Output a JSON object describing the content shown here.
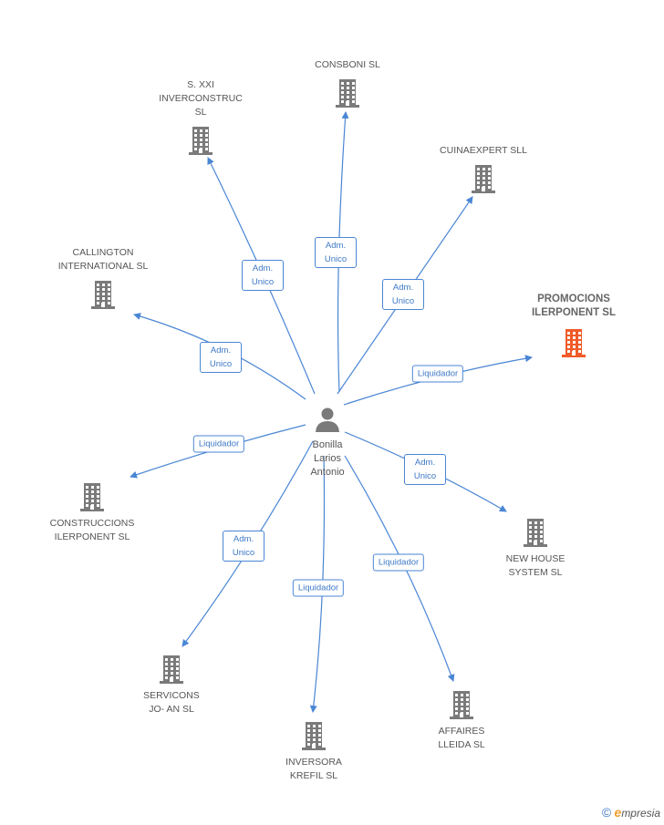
{
  "center": {
    "name_lines": [
      "Bonilla",
      "Larios",
      "Antonio"
    ]
  },
  "companies": [
    {
      "id": "consboni",
      "lines": [
        "CONSBONI SL"
      ],
      "highlight": false
    },
    {
      "id": "sxxi",
      "lines": [
        "S.  XXI",
        "INVERCONSTRUC",
        "SL"
      ],
      "highlight": false
    },
    {
      "id": "cuinaexpert",
      "lines": [
        "CUINAEXPERT SLL"
      ],
      "highlight": false
    },
    {
      "id": "callington",
      "lines": [
        "CALLINGTON",
        "INTERNATIONAL SL"
      ],
      "highlight": false
    },
    {
      "id": "promocions",
      "lines": [
        "PROMOCIONS",
        "ILERPONENT SL"
      ],
      "highlight": true
    },
    {
      "id": "construccions",
      "lines": [
        "CONSTRUCCIONS",
        "ILERPONENT SL"
      ],
      "highlight": false
    },
    {
      "id": "newhouse",
      "lines": [
        "NEW HOUSE",
        "SYSTEM SL"
      ],
      "highlight": false
    },
    {
      "id": "servicons",
      "lines": [
        "SERVICONS",
        "JO- AN SL"
      ],
      "highlight": false
    },
    {
      "id": "inversora",
      "lines": [
        "INVERSORA",
        "KREFIL SL"
      ],
      "highlight": false
    },
    {
      "id": "affaires",
      "lines": [
        "AFFAIRES",
        "LLEIDA SL"
      ],
      "highlight": false
    }
  ],
  "relations": [
    {
      "to": "consboni",
      "label": "Adm. Unico"
    },
    {
      "to": "sxxi",
      "label": "Adm. Unico"
    },
    {
      "to": "cuinaexpert",
      "label": "Adm. Unico"
    },
    {
      "to": "callington",
      "label": "Adm. Unico"
    },
    {
      "to": "promocions",
      "label": "Liquidador"
    },
    {
      "to": "construccions",
      "label": "Liquidador"
    },
    {
      "to": "newhouse",
      "label": "Adm. Unico"
    },
    {
      "to": "servicons",
      "label": "Adm. Unico"
    },
    {
      "to": "inversora",
      "label": "Liquidador"
    },
    {
      "to": "affaires",
      "label": "Liquidador"
    }
  ],
  "colors": {
    "edge": "#4a86d4",
    "icon": "#7a7a7a",
    "highlight_icon": "#f05a28",
    "person": "#7a7a7a"
  },
  "footer": {
    "copyright": "©",
    "brand_initial": "e",
    "brand_rest": "mpresia"
  }
}
